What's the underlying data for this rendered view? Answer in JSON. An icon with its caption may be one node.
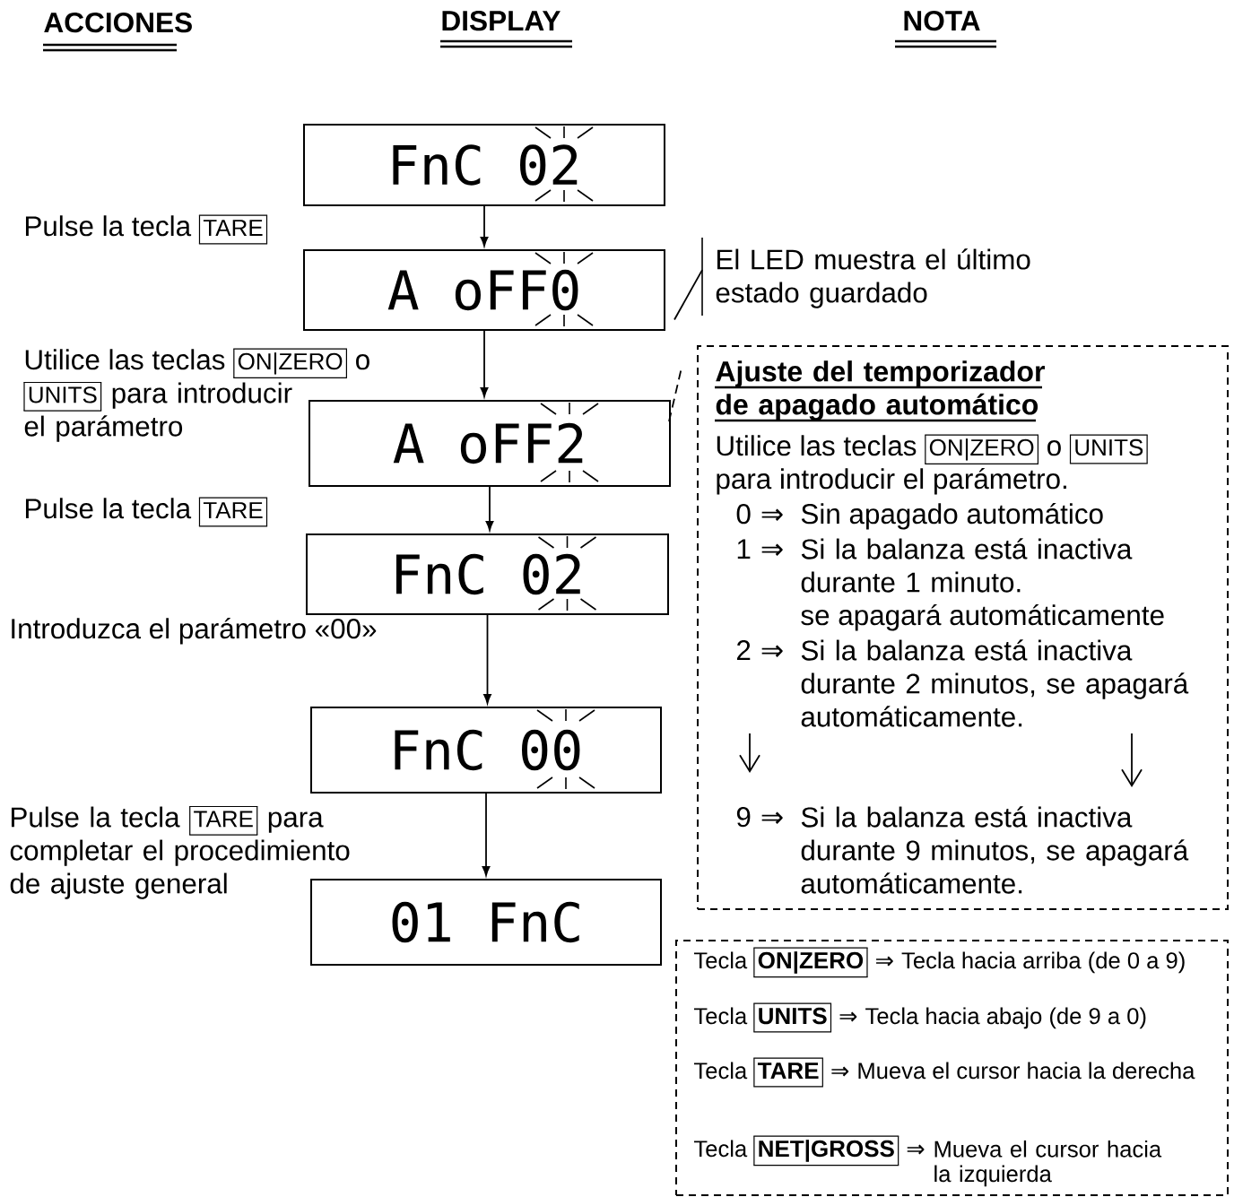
{
  "diagram": {
    "nodes": [
      {
        "text": [
          "FnC 02"
        ]
      },
      {
        "text": [
          "A oFF0"
        ]
      },
      {
        "text": [
          "A oFF2"
        ]
      },
      {
        "text": [
          "FnC 02"
        ]
      },
      {
        "text": [
          "FnC 00"
        ]
      },
      {
        "text": [
          "01 FnC"
        ]
      },
      {
        "text": [
          "Ajuste del temporizador de apagado automático",
          "Utilice las teclas",
          "ON|ZERO",
          "o",
          "UNITS",
          "para introducir el parámetro.",
          "0",
          "⇒",
          "Sin apagado automático",
          "1",
          "⇒",
          "Si la balanza está inactiva durante 1 minuto.",
          "se apagará automáticamente",
          "2",
          "⇒",
          "Si la balanza está inactiva durante 2 minutos, se apagará automáticamente.",
          "9",
          "⇒",
          "Si la balanza está inactiva durante 9 minutos, se apagará automáticamente."
        ]
      },
      {
        "text": [
          "Tecla",
          "ON|ZERO",
          "⇒",
          "Tecla hacia arriba (de 0 a 9)",
          "Tecla",
          "UNITS",
          "⇒",
          "Tecla hacia abajo (de 9 a 0)",
          "Tecla",
          "TARE",
          "⇒",
          "Mueva el cursor hacia la derecha",
          "Tecla",
          "NET|GROSS",
          "⇒",
          "Mueva el cursor hacia la izquierda"
        ]
      },
      {
        "text": [
          "El LED muestra el último estado guardado"
        ]
      }
    ],
    "edges": [
      {
        "from": 0,
        "to": 1,
        "arrow": "to"
      },
      {
        "from": 1,
        "to": 2,
        "arrow": "to"
      },
      {
        "from": 2,
        "to": 3,
        "arrow": "to"
      },
      {
        "from": 3,
        "to": 4,
        "arrow": "to"
      },
      {
        "from": 4,
        "to": 5,
        "arrow": "to"
      },
      {
        "from": 8,
        "to": 1,
        "arrow": "none"
      },
      {
        "from": 2,
        "to": 6,
        "arrow": "none",
        "style": "dashed"
      }
    ],
    "labels": [
      "ACCIONES",
      "DISPLAY",
      "NOTA",
      "Pulse la tecla",
      "TARE",
      "Utilice las teclas",
      "ON|ZERO",
      "o",
      "UNITS",
      "para introducir el parámetro",
      "Pulse la tecla",
      "TARE",
      "Introduzca el parámetro «00»",
      "Pulse la tecla",
      "TARE",
      "para completar el procedimiento de ajuste general"
    ]
  }
}
